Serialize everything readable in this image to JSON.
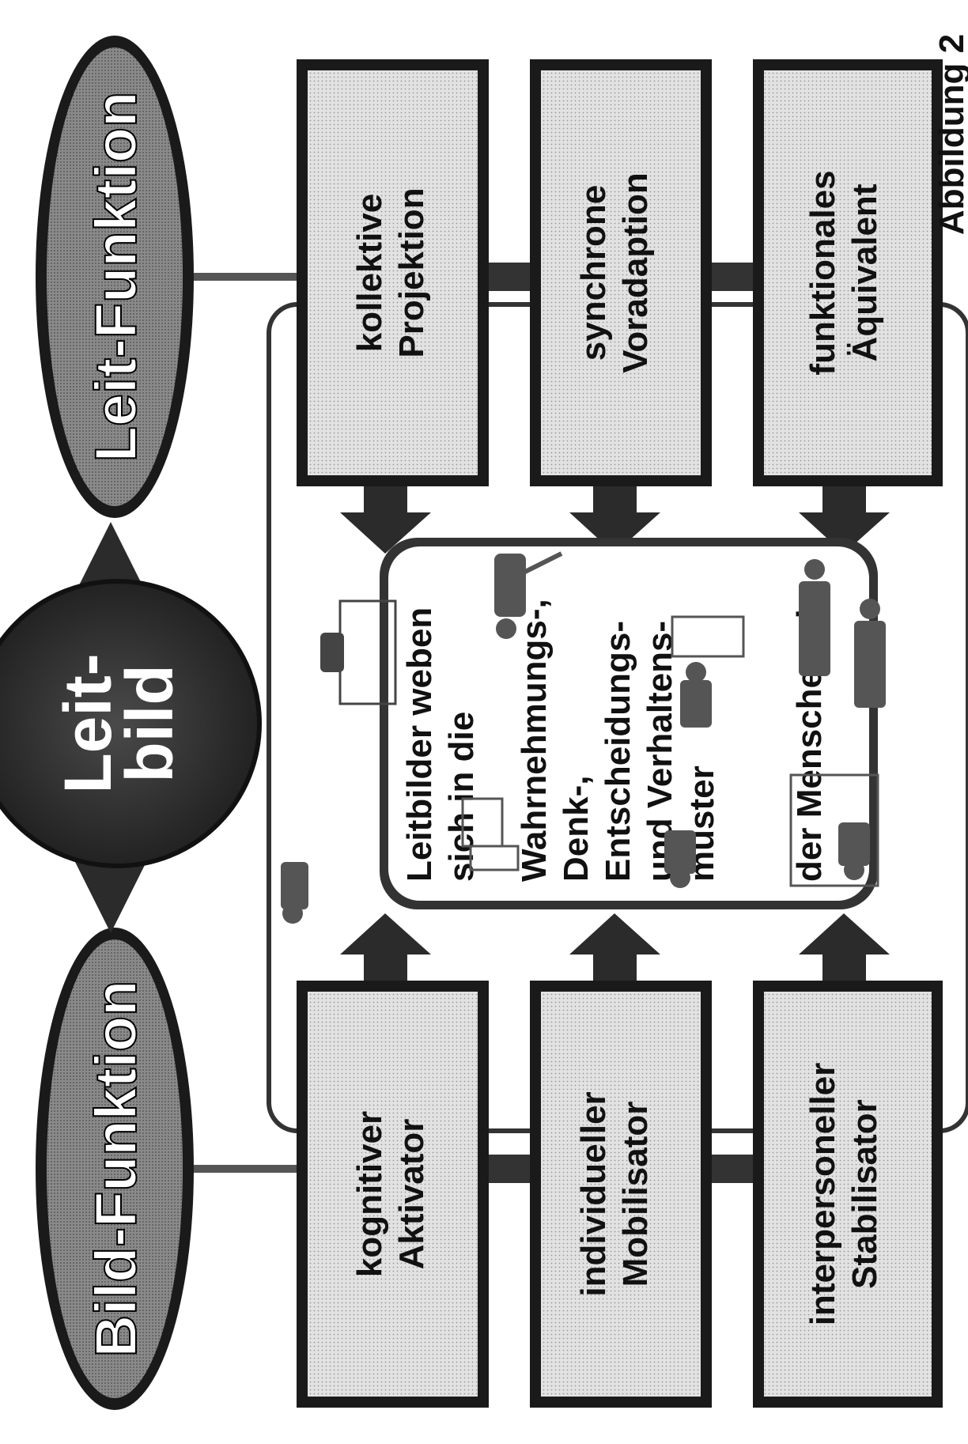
{
  "leit_funktion": {
    "label": "Leit-Funktion"
  },
  "bild_funktion": {
    "label": "Bild-Funktion"
  },
  "center": {
    "line1": "Leit-",
    "line2": "bild"
  },
  "left_boxes": [
    {
      "line1": "kollektive",
      "line2": "Projektion"
    },
    {
      "line1": "synchrone",
      "line2": "Voradaption"
    },
    {
      "line1": "funktionales",
      "line2": "Äquivalent"
    }
  ],
  "right_boxes": [
    {
      "line1": "kognitiver",
      "line2": "Aktivator"
    },
    {
      "line1": "individueller",
      "line2": "Mobilisator"
    },
    {
      "line1": "interpersoneller",
      "line2": "Stabilisator"
    }
  ],
  "core_text": {
    "l1": "Leitbilder weben",
    "l2": "sich in die",
    "l3": "Wahrnehmungs-,",
    "l4": "Denk-,",
    "l5": "Entscheidungs-",
    "l6": "und Verhaltens-",
    "l7": "muster",
    "l8": "der Menschen ein"
  },
  "caption": "Abbildung 2",
  "colors": {
    "dark": "#1a1a1a",
    "medium": "#6e6e6e",
    "light_fill": "#d9d9d9",
    "box_fill": "#e4e4e4"
  }
}
